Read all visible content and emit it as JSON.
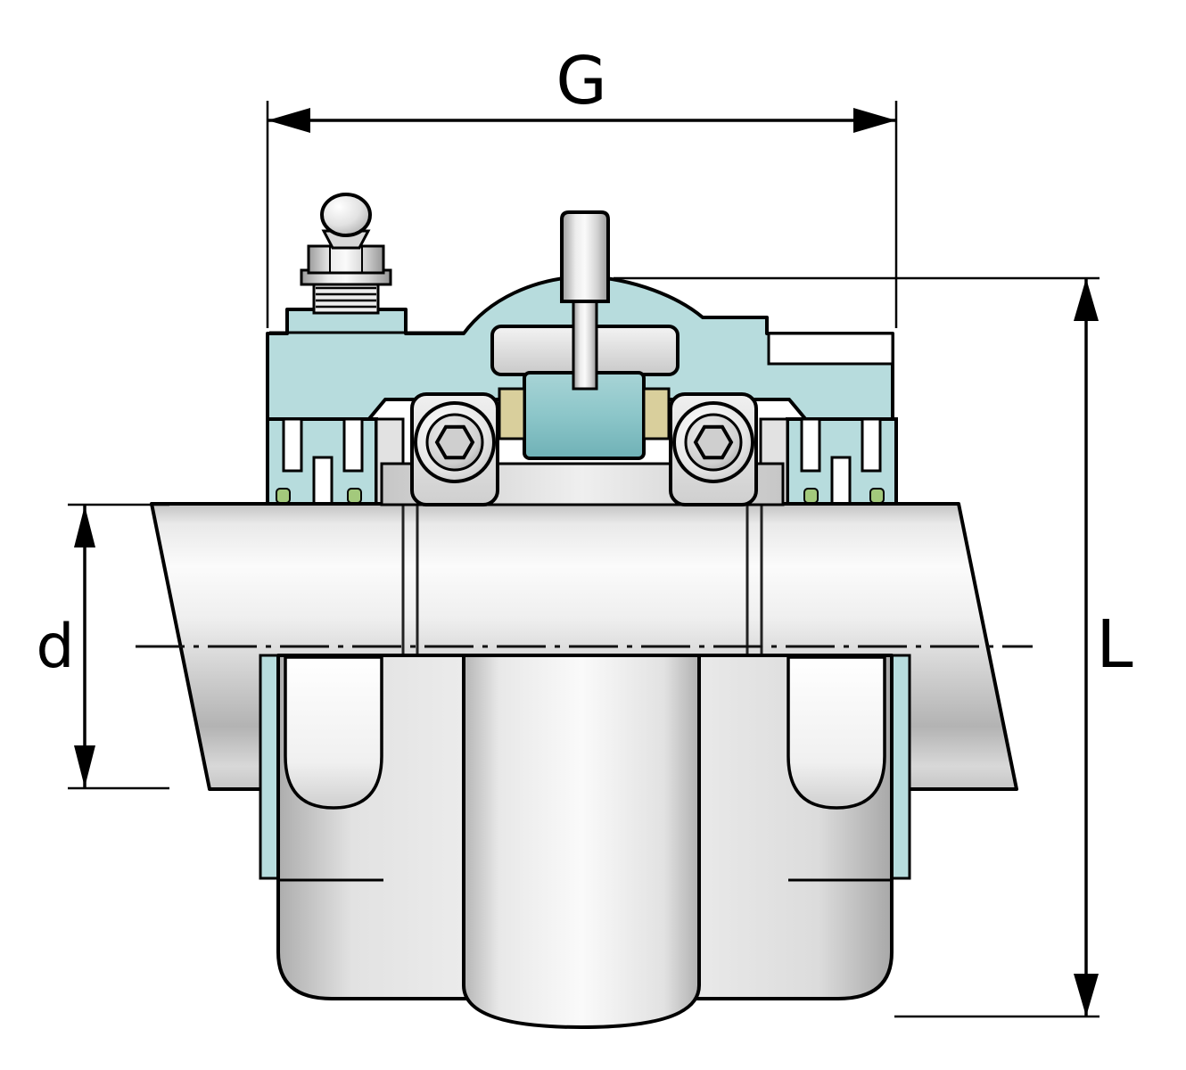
{
  "diagram": {
    "title": "bearing-unit-cross-section",
    "labels": {
      "width": "G",
      "shaft_diameter": "d",
      "height": "L"
    },
    "colors": {
      "housing_teal": "#b7dcdd",
      "housing_teal_dark": "#8fc6c9",
      "insert_teal": "#8cc6c9",
      "metal_light": "#f4f4f4",
      "metal_mid": "#c9c9c9",
      "metal_dark": "#8f8f8f",
      "cage_tan": "#d9cf9c",
      "seal_green": "#a3c97c",
      "outline": "#000000",
      "background": "#ffffff"
    }
  }
}
